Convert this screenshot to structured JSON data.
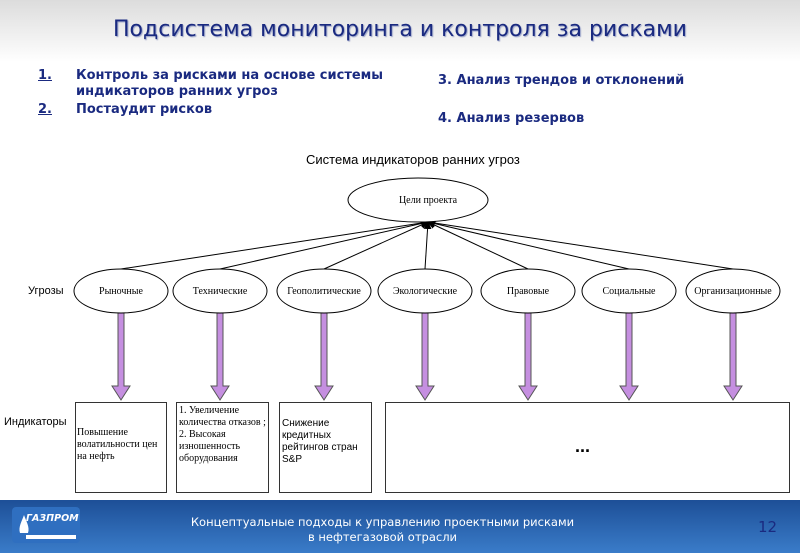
{
  "title": "Подсистема мониторинга и контроля за рисками",
  "list_left": [
    {
      "num": "1.",
      "text": "Контроль за рисками на основе системы индикаторов ранних угроз"
    },
    {
      "num": "2.",
      "text": "Постаудит рисков"
    }
  ],
  "list_right": [
    {
      "text": "3. Анализ трендов и отклонений"
    },
    {
      "text": "4. Анализ резервов"
    }
  ],
  "diagram": {
    "title": "Система индикаторов ранних угроз",
    "goal": "Цели проекта",
    "threats_label": "Угрозы",
    "indicators_label": "Индикаторы",
    "threats": [
      "Рыночные",
      "Технические",
      "Геополитические",
      "Экологические",
      "Правовые",
      "Социальные",
      "Организационные"
    ],
    "indicators": [
      "Повышение волатильности цен на нефть",
      "1. Увеличение количества отказов ;\n2. Высокая изношенность оборудования",
      "Снижение кредитных рейтингов стран S&P"
    ],
    "more": "..."
  },
  "footer": {
    "logo": "ГАЗПРОМ",
    "line1": "Концептуальные подходы к управлению проектными рисками",
    "line2": "в нефтегазовой отрасли",
    "page": "12"
  },
  "colors": {
    "title": "#1a2a80",
    "arrow_fill": "#c58fe0",
    "footer": "#2a66b3"
  }
}
